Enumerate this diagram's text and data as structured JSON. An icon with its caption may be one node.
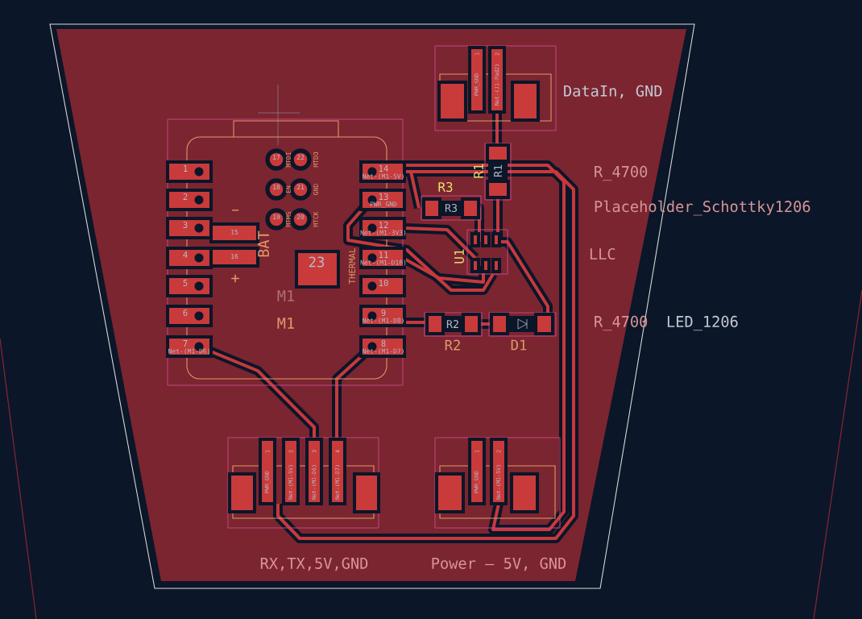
{
  "diagram": {
    "labels": [
      "DataIn, GND",
      "R_4700",
      "Placeholder_Schottky1206",
      "LLC",
      "M1",
      "M1",
      "BAT",
      "THERMAL",
      "23",
      "1",
      "2",
      "3",
      "4",
      "5",
      "6",
      "7",
      "14",
      "13",
      "12",
      "11",
      "10",
      "9",
      "8",
      "15",
      "16",
      "17",
      "22",
      "18",
      "21",
      "19",
      "20",
      "MTDI",
      "MTDO",
      "EN",
      "GND",
      "MTMS",
      "MTCK",
      "R3",
      "R3",
      "R1",
      "R1",
      "U1",
      "R2",
      "R2",
      "D1",
      "R_4700",
      "LED_1206",
      "RX,TX,5V,GND",
      "Power — 5V, GND",
      "PWR_GND",
      "Net-(M1-5V)",
      "Net-(M1-D6)",
      "Net-(M1-D7)",
      "PWR_GND",
      "Net-(M1-5V)",
      "PWR_GND",
      "Net-(J1-Pad2)",
      "1",
      "2",
      "3",
      "4",
      "1",
      "2",
      "1",
      "2",
      "Net-(M1-5V)",
      "PWR_GND",
      "Net-(M1-3V3)",
      "Net-(M1-D10)",
      "Net-(M1-D8)",
      "Net-(M1-D6)",
      "Net-(M1-D7)",
      "−",
      "+"
    ]
  }
}
